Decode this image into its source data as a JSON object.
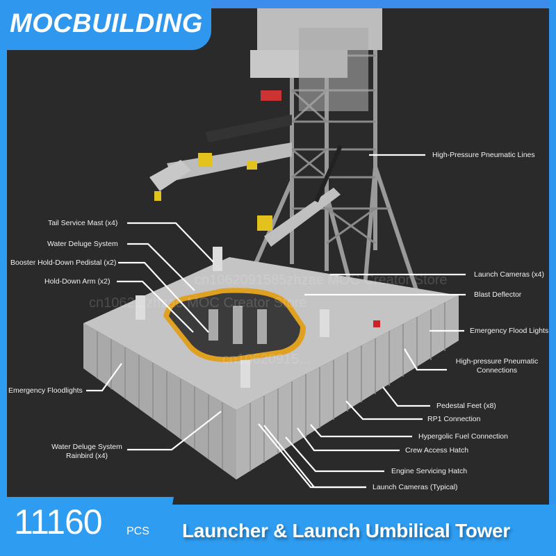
{
  "brand": {
    "name": "MOCBUILDING",
    "color": "#2f97ee"
  },
  "product": {
    "piece_count": "11160",
    "piece_unit": "PCS",
    "title": "Launcher & Launch Umbilical Tower"
  },
  "watermarks": [
    "cn1062091585zhzae MOC Creator Store",
    "cn1062...zhzae MOC Creator Store",
    "cn10620915..."
  ],
  "callouts": {
    "left": [
      {
        "text": "Tail Service Mast (x4)"
      },
      {
        "text": "Water Deluge System"
      },
      {
        "text": "Booster Hold-Down Pedistal (x2)"
      },
      {
        "text": "Hold-Down Arm (x2)"
      },
      {
        "text": "Emergency Floodlights"
      },
      {
        "text": "Water Deluge System",
        "line2": "Rainbird (x4)"
      }
    ],
    "right": [
      {
        "text": "High-Pressure Pneumatic Lines"
      },
      {
        "text": "Launch Cameras (x4)"
      },
      {
        "text": "Blast Deflector"
      },
      {
        "text": "Emergency Flood Lights"
      },
      {
        "text": "High-pressure Pneumatic",
        "line2": "Connections"
      },
      {
        "text": "Pedestal Feet (x8)"
      },
      {
        "text": "RP1 Connection"
      },
      {
        "text": "Hypergolic Fuel Connection"
      },
      {
        "text": "Crew Access Hatch"
      },
      {
        "text": "Engine Servicing Hatch"
      },
      {
        "text": "Launch Cameras (Typical)"
      }
    ]
  },
  "colors": {
    "background": "#2a2a2a",
    "accent": "#2e9cf0",
    "model_gray": "#b8b8b8",
    "hatch_yellow": "#e0a020",
    "accent_red": "#cc2222"
  }
}
